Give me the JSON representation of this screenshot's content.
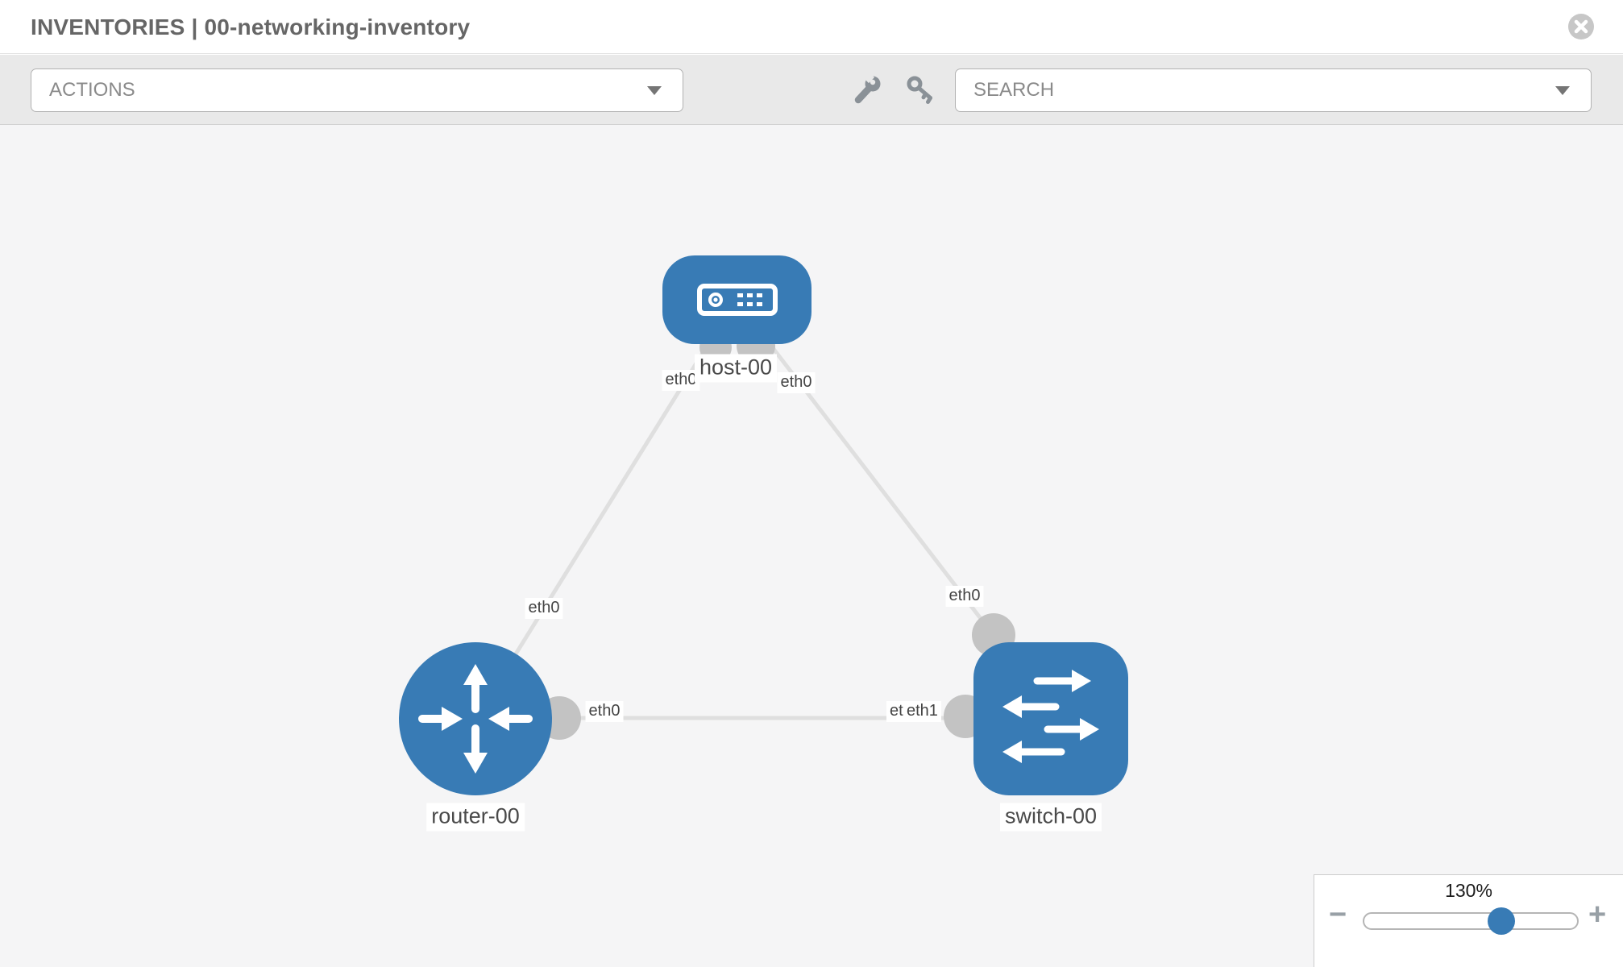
{
  "header": {
    "title": "INVENTORIES | 00-networking-inventory"
  },
  "toolbar": {
    "actions_label": "ACTIONS",
    "search_label": "SEARCH",
    "icons": [
      "wrench-icon",
      "key-icon"
    ]
  },
  "topology": {
    "nodes": [
      {
        "label": "host-00",
        "type": "host"
      },
      {
        "label": "router-00",
        "type": "router"
      },
      {
        "label": "switch-00",
        "type": "switch"
      }
    ],
    "links": [
      {
        "from": "host-00",
        "to": "router-00",
        "from_interface": "eth0",
        "to_interface": "eth0"
      },
      {
        "from": "host-00",
        "to": "switch-00",
        "from_interface": "eth0",
        "to_interface": "eth0"
      },
      {
        "from": "router-00",
        "to": "switch-00",
        "from_interface": "eth0",
        "to_interface": "eth1",
        "to_interface_overlapped": "eth0"
      }
    ]
  },
  "zoom_control": {
    "level": "130%",
    "minus_glyph": "−",
    "plus_glyph": "+"
  },
  "colors": {
    "node_blue": "#387bb5",
    "interface_gray": "#c3c3c3",
    "link_gray": "#dfdfdf",
    "canvas_bg": "#f5f5f6",
    "toolbar_bg": "#e9e9e9"
  }
}
